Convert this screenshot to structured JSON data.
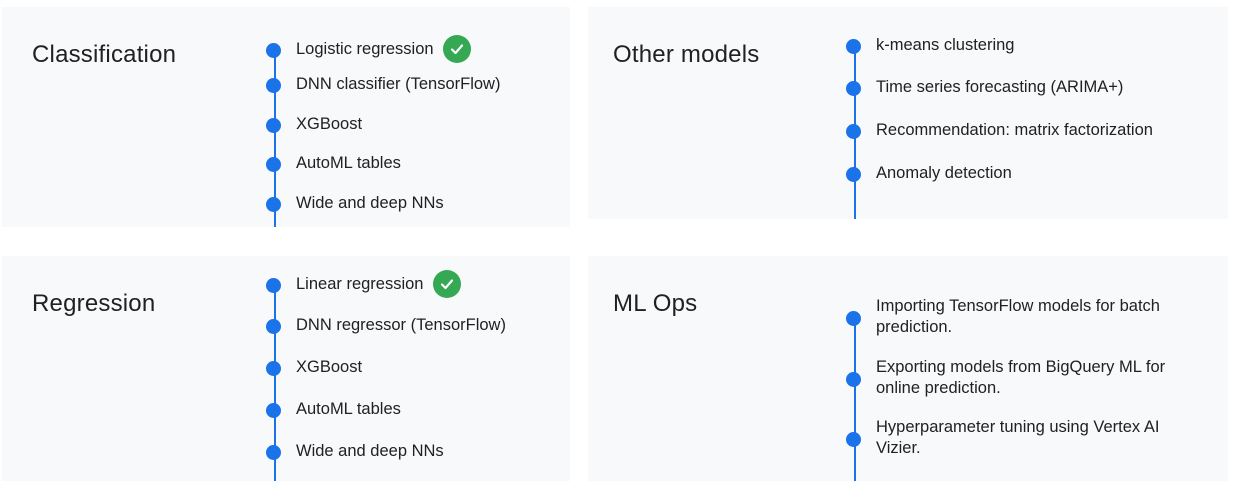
{
  "panels": {
    "classification": {
      "title": "Classification",
      "items": [
        "Logistic regression",
        "DNN classifier (TensorFlow)",
        "XGBoost",
        "AutoML tables",
        "Wide and deep NNs"
      ]
    },
    "other_models": {
      "title": "Other models",
      "items": [
        "k-means clustering",
        "Time series forecasting (ARIMA+)",
        "Recommendation: matrix factorization",
        "Anomaly detection"
      ]
    },
    "regression": {
      "title": "Regression",
      "items": [
        "Linear regression",
        "DNN regressor (TensorFlow)",
        "XGBoost",
        "AutoML tables",
        "Wide and deep NNs"
      ]
    },
    "ml_ops": {
      "title": "ML Ops",
      "items": [
        "Importing TensorFlow models for batch prediction.",
        "Exporting models from BigQuery ML for online prediction.",
        "Hyperparameter tuning using Vertex AI Vizier."
      ]
    }
  },
  "checked_items": [
    "Logistic regression",
    "Linear regression"
  ],
  "icons": {
    "timeline_dot": "bullet-dot-icon",
    "check": "check-circle-icon"
  },
  "colors": {
    "accent_blue": "#1a73e8",
    "check_green": "#34a853",
    "panel_bg": "#f8f9fa",
    "text": "#202124"
  }
}
